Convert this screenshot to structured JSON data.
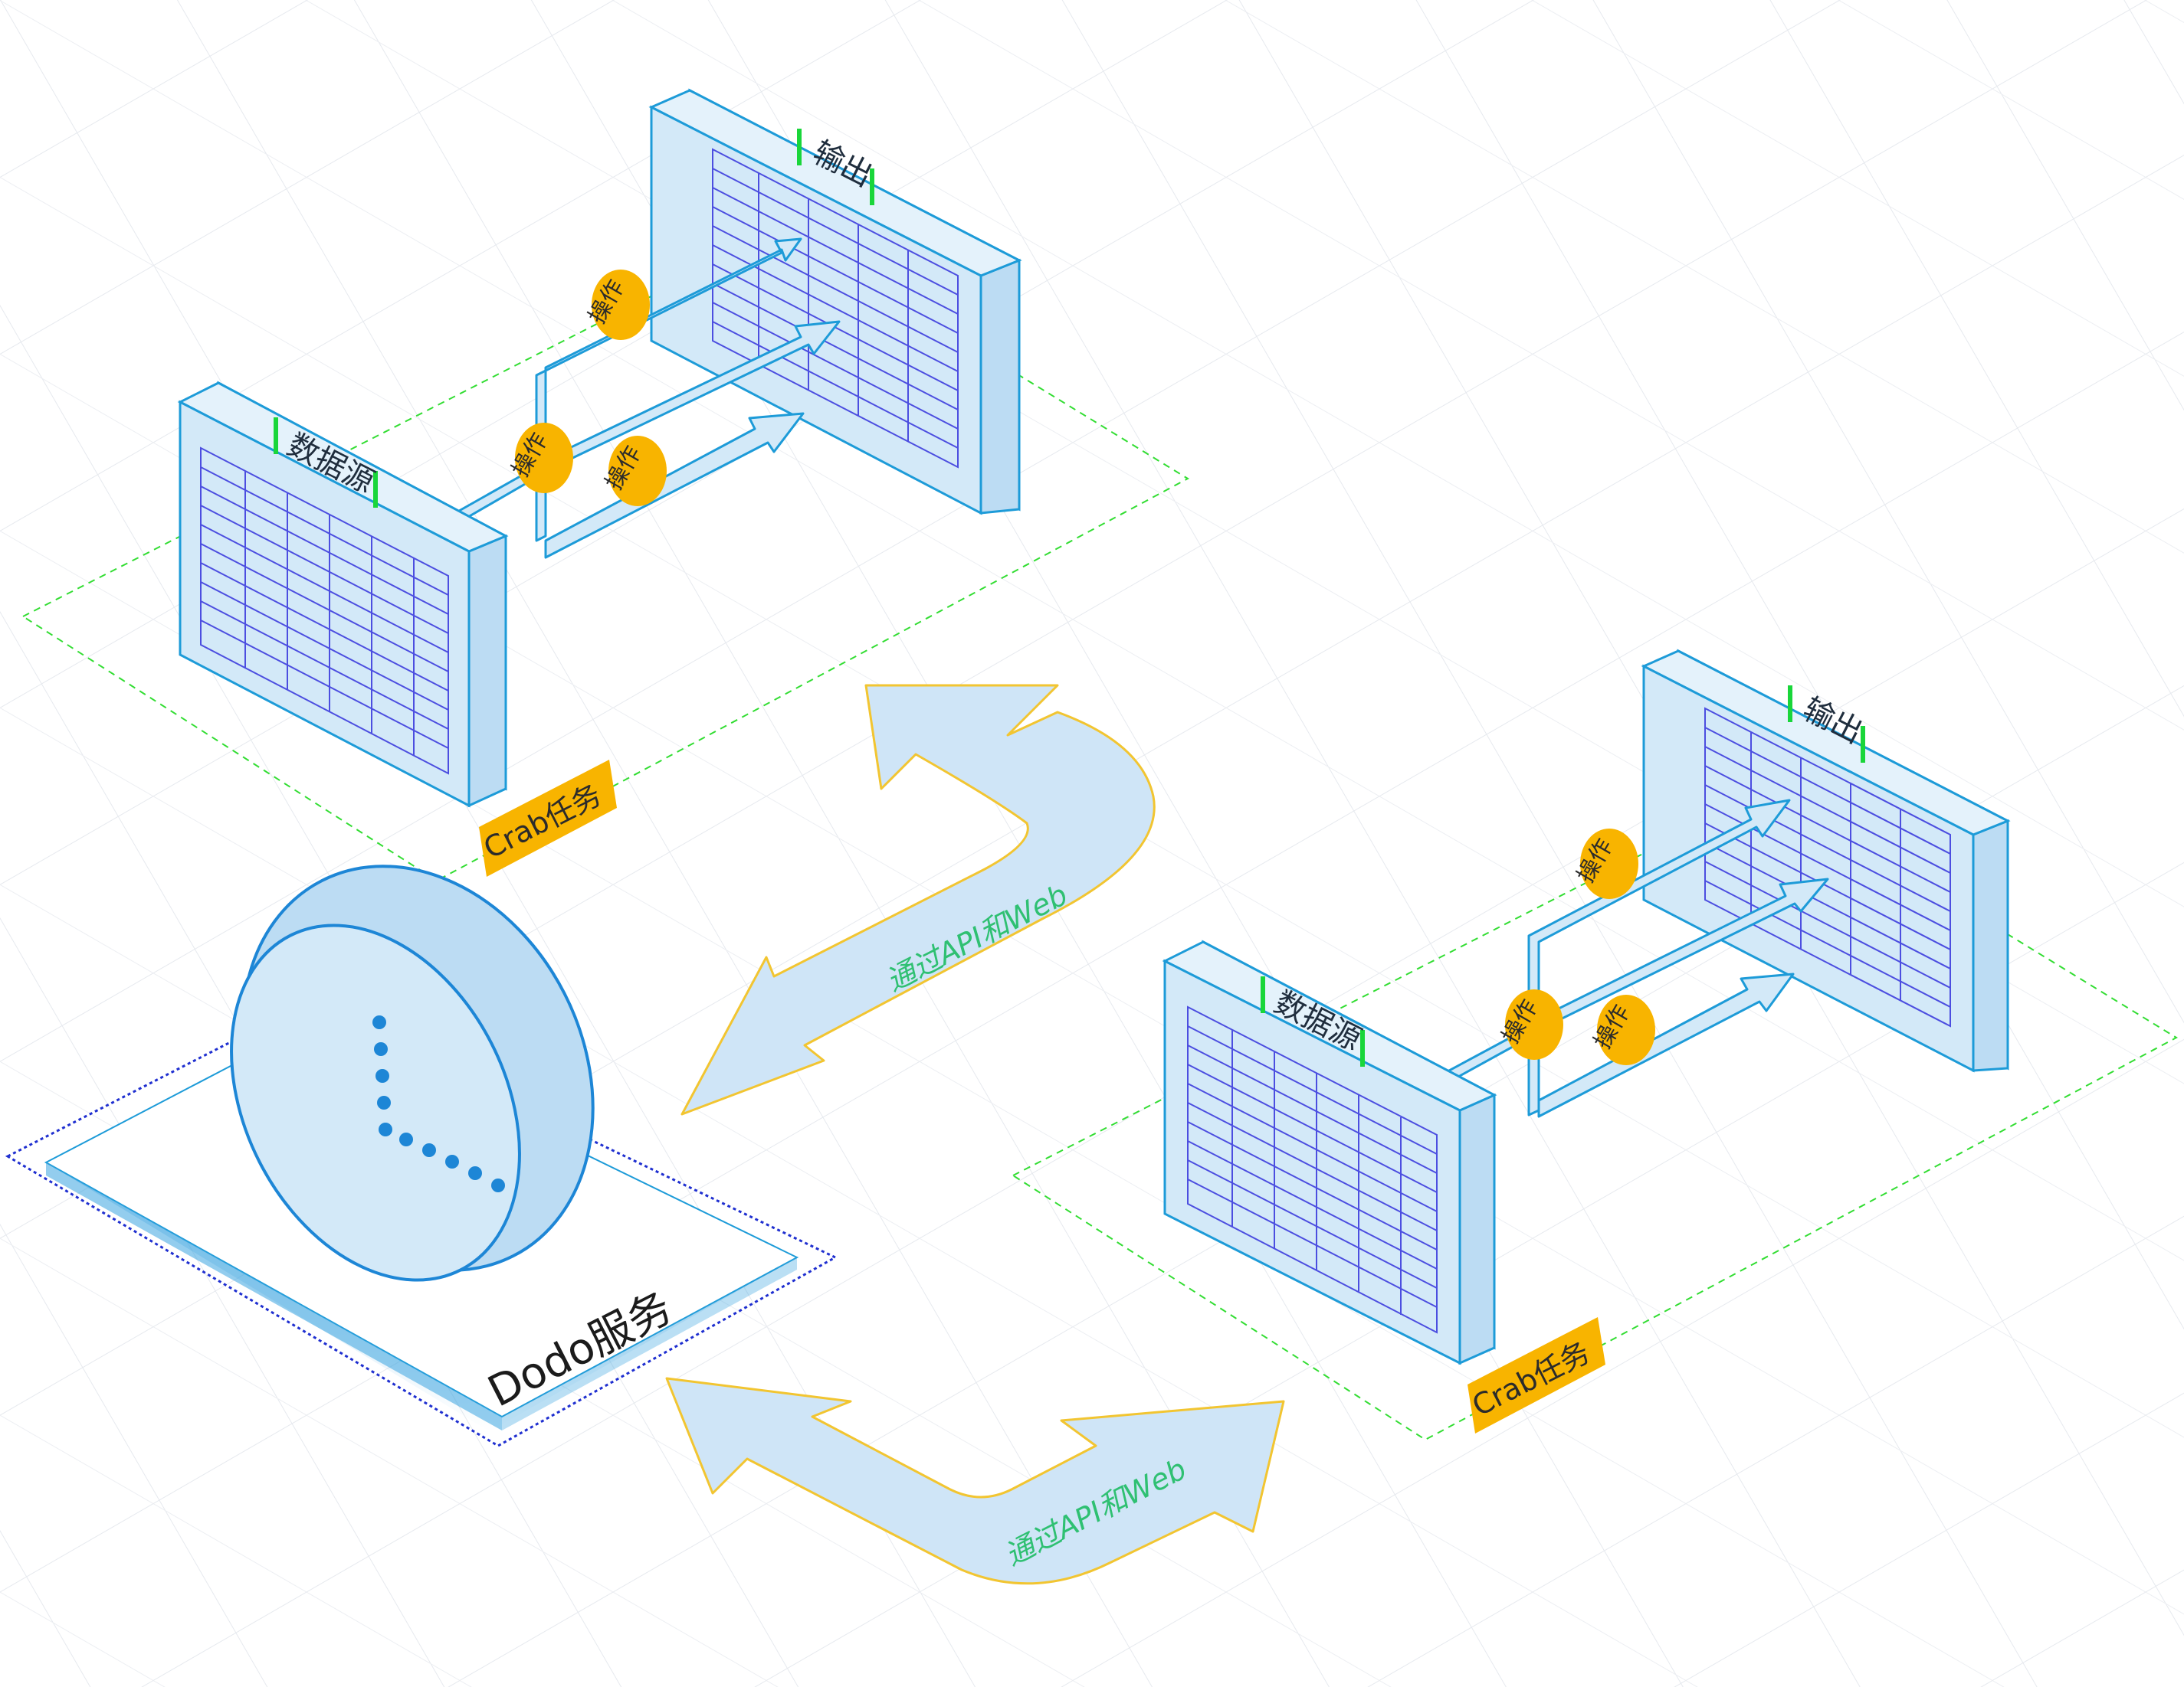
{
  "groups": [
    {
      "source_label": "数据源",
      "output_label": "输出",
      "operations": [
        "操作",
        "操作",
        "操作"
      ],
      "task_label": "Crab任务"
    },
    {
      "source_label": "数据源",
      "output_label": "输出",
      "operations": [
        "操作",
        "操作",
        "操作"
      ],
      "task_label": "Crab任务"
    }
  ],
  "service_label": "Dodo服务",
  "connections": [
    {
      "label": "通过API和Web"
    },
    {
      "label": "通过API和Web"
    }
  ],
  "colors": {
    "board_fill": "#d3e9f8",
    "board_stroke": "#1d9bd8",
    "grid_line": "#4c4ee0",
    "op_badge": "#f8b400",
    "task_badge": "#f8b400",
    "marker": "#19d63a",
    "dashed_region": "#33dd33",
    "arrow_fill": "#cfe5f7",
    "arrow_stroke": "#f2c531",
    "arrow_text": "#2fc072",
    "clock_dot": "#1d86d6",
    "service_border": "#1f2fd0"
  }
}
